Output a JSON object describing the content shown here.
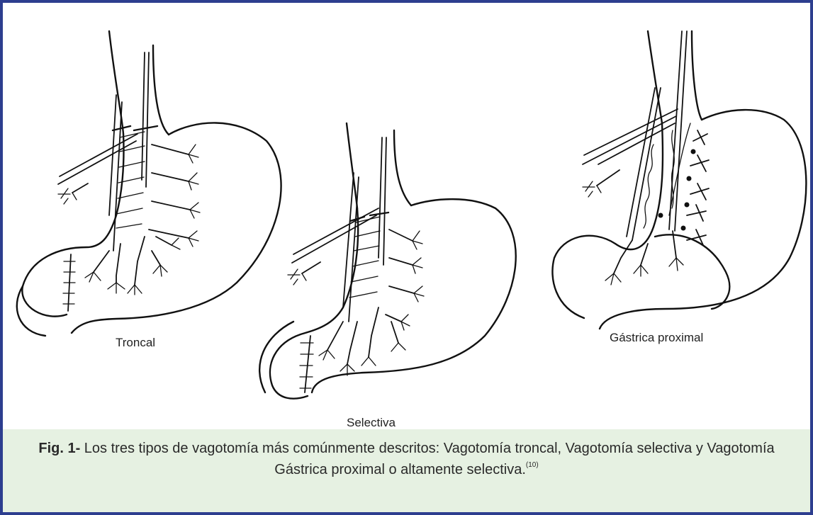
{
  "figures": [
    {
      "id": "troncal",
      "label": "Troncal"
    },
    {
      "id": "selectiva",
      "label": "Selectiva"
    },
    {
      "id": "gastrica-proximal",
      "label": "Gástrica proximal"
    }
  ],
  "caption": {
    "label": "Fig. 1-",
    "text": " Los tres tipos de vagotomía más comúnmente descritos: Vagotomía troncal, Vagotomía selectiva y Vagotomía Gástrica proximal o altamente selectiva.",
    "reference": "(10)"
  },
  "colors": {
    "border": "#2d3e8f",
    "caption_background": "#e6f1e2",
    "line": "#111111"
  }
}
